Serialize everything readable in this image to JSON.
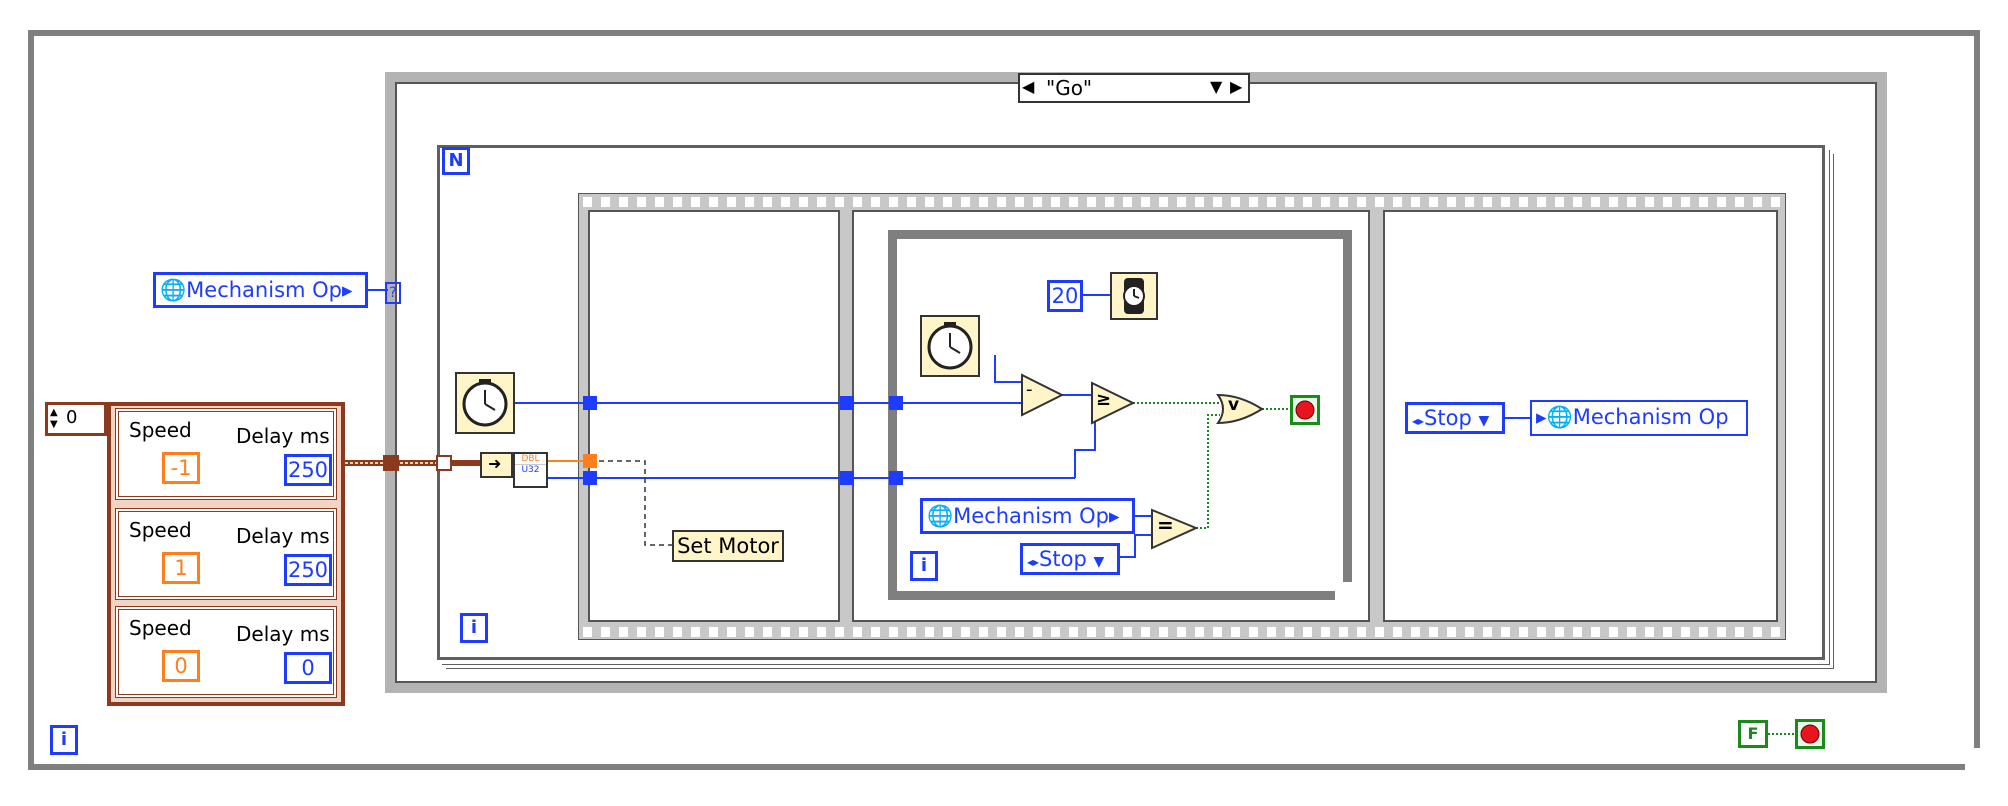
{
  "case_selector": {
    "label": "\"Go\""
  },
  "labels": {
    "speed": "Speed",
    "delay": "Delay ms",
    "set_motor": "Set Motor",
    "mechanism_op": "Mechanism Op",
    "stop": "Stop",
    "count": "20",
    "iter": "i",
    "N": "N",
    "false_const": "F",
    "dbl": "DBL",
    "u32": "U32",
    "array_index": "0",
    "minus": "-",
    "ge": "≥",
    "eq": "=",
    "or": "v"
  },
  "clusters": [
    {
      "speed": "-1",
      "delay": "250"
    },
    {
      "speed": "1",
      "delay": "250"
    },
    {
      "speed": "0",
      "delay": "0"
    }
  ],
  "colors": {
    "blue": "#1e3cff",
    "orange": "#ff7f1e",
    "wire_brown": "#8b3a1e",
    "green": "#1a8a1a",
    "stop_red": "#e8141e"
  }
}
